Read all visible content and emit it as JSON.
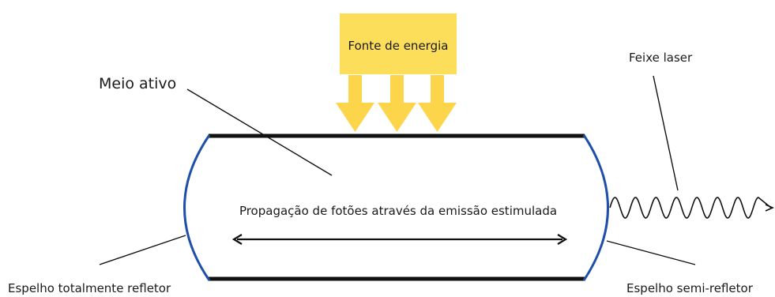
{
  "labels": {
    "energy_source": "Fonte de energia",
    "active_medium": "Meio ativo",
    "laser_beam": "Feixe laser",
    "propagation": "Propagação de fotões através da emissão estimulada",
    "total_mirror": "Espelho totalmente refletor",
    "semi_mirror": "Espelho semi-refletor"
  },
  "colors": {
    "energy_box": "#fcde5a",
    "energy_arrows": "#fcd54a",
    "mirror": "#1f4fa8",
    "tube_wall": "#111111",
    "line": "#111111"
  }
}
